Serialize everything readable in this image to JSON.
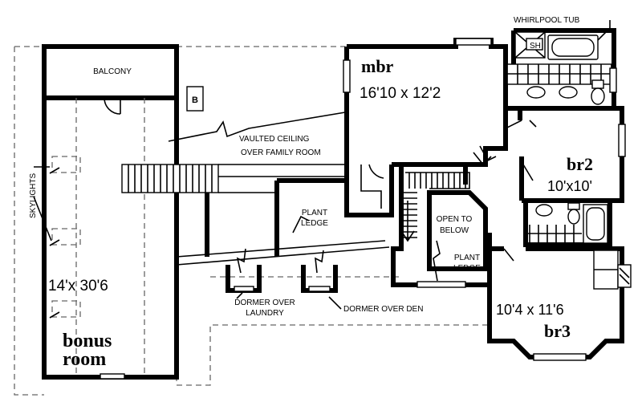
{
  "plan": {
    "labels": {
      "whirlpool_tub": "WHIRLPOOL TUB",
      "shower": "SH",
      "balcony": "BALCONY",
      "vaulted_line1": "VAULTED CEILING",
      "vaulted_line2": "OVER FAMILY ROOM",
      "plant_ledge_line1": "PLANT",
      "plant_ledge_line2": "LEDGE",
      "open_below_line1": "OPEN TO",
      "open_below_line2": "BELOW",
      "plant_ledge2_line1": "PLANT",
      "plant_ledge2_line2": "LEDGE",
      "skylights": "SKYLIGHTS",
      "dormer_laundry_line1": "DORMER OVER",
      "dormer_laundry_line2": "LAUNDRY",
      "dormer_den": "DORMER OVER DEN",
      "section_marker": "B"
    },
    "rooms": {
      "mbr": {
        "name": "mbr",
        "size": "16'10 x 12'2"
      },
      "br2": {
        "name": "br2",
        "size": "10'x10'"
      },
      "br3": {
        "name": "br3",
        "size": "10'4 x 11'6"
      },
      "bonus": {
        "name_line1": "bonus",
        "name_line2": "room",
        "size": "14'x 30'6"
      }
    }
  }
}
